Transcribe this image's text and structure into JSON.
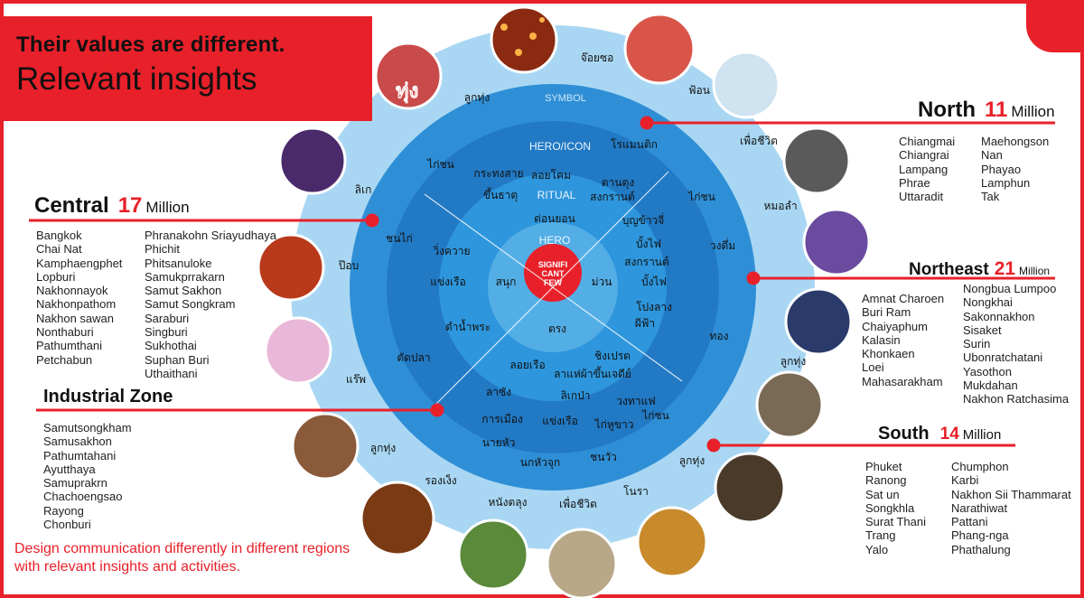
{
  "title": {
    "line1": "Their values are different.",
    "line2": "Relevant insights"
  },
  "colors": {
    "accent": "#e8202a",
    "ring_outer": "#9fd2f1",
    "ring_2": "#5fb3e6",
    "ring_3": "#2f8fd6",
    "ring_4": "#1e74bf",
    "ring_center": "#e8202a"
  },
  "circle": {
    "center_label": [
      "SIGNIFI",
      "CANT",
      "FEW"
    ],
    "ring_labels": [
      "SYMBOL",
      "HERO/ICON",
      "RITUAL",
      "HERO"
    ]
  },
  "inner_words": {
    "ring1": [
      "ต่อนยอน",
      "สนุก",
      "ม่วน",
      "ตรง"
    ],
    "ring2": [
      "ลอยโคม",
      "กระทงสาย",
      "ขึ้นธาตุ",
      "ตานตุง",
      "สงกรานต์",
      "บุญข้าวจี่",
      "บั้งไฟ",
      "สงกรานต์",
      "บั้งไฟ",
      "โปงลาง",
      "ผีฟ้า",
      "วิ่งควาย",
      "แข่งเรือ",
      "ดำน้ำพระ",
      "ลอยเรือ",
      "ชิงเปรต",
      "ลาแห่ผ้าขึ้นเจดีย์",
      "ลิเกป่า",
      "ลาซัง",
      "การเมือง",
      "แข่งเรือ",
      "นายหัว",
      "นกหัวจุก",
      "วงทาแฟ",
      "ไก่ชน",
      "ไก่หูขาว",
      "ชนวัว"
    ],
    "ring3": [
      "โรแมนติก",
      "ไก่ชน",
      "วงดึ่ม",
      "ทอง",
      "ไก่ชน",
      "ชนไก่",
      "ตัดปลา"
    ]
  },
  "outer_labels": [
    "ลูกทุ่ง",
    "จ๊อยซอ",
    "ฟ้อน",
    "เพื่อชีวิต",
    "หมอลำ",
    "ลูกทุ่ง",
    "ลูกทุ่ง",
    "โนรา",
    "เพื่อชีวิต",
    "หนังตลุง",
    "รองเง็ง",
    "ลูกทุ่ง",
    "แร๊พ",
    "ป๊อบ",
    "ลิเก"
  ],
  "photo_badge": "ทุ่ง",
  "regions": {
    "north": {
      "name": "North",
      "number": "11",
      "unit": "Million",
      "col1": [
        "Chiangmai",
        "Chiangrai",
        "Lampang",
        "Phrae",
        "Uttaradit"
      ],
      "col2": [
        "Maehongson",
        "Nan",
        "Phayao",
        "Lamphun",
        "Tak"
      ]
    },
    "central": {
      "name": "Central",
      "number": "17",
      "unit": "Million",
      "col1": [
        "Bangkok",
        "Chai Nat",
        "Kamphaengphet",
        "Lopburi",
        "Nakhonnayok",
        "Nakhonpathom",
        "Nakhon sawan",
        "Nonthaburi",
        "Pathumthani",
        "Petchabun"
      ],
      "col2": [
        "Phranakohn Sriayudhaya",
        "Phichit",
        "Phitsanuloke",
        "Samukprrakarn",
        "Samut Sakhon",
        "Samut Songkram",
        "Saraburi",
        "Singburi",
        "Sukhothai",
        "Suphan Buri",
        "Uthaithani"
      ]
    },
    "northeast": {
      "name": "Northeast",
      "number": "21",
      "unit": "Million",
      "col1": [
        "Amnat Charoen",
        "Buri Ram",
        "Chaiyaphum",
        "Kalasin",
        "Khonkaen",
        "Loei",
        "Mahasarakham"
      ],
      "col2": [
        "Nongbua Lumpoo",
        "Nongkhai",
        "Sakonnakhon",
        "Sisaket",
        "Surin",
        "Ubonratchatani",
        "Yasothon",
        "Mukdahan",
        "Nakhon Ratchasima"
      ]
    },
    "industrial": {
      "name": "Industrial Zone",
      "col1": [
        "Samutsongkham",
        "Samusakhon",
        "Pathumtahani",
        "Ayutthaya",
        "Samuprakrn",
        "Chachoengsao",
        "Rayong",
        "Chonburi"
      ]
    },
    "south": {
      "name": "South",
      "number": "14",
      "unit": "Million",
      "col1": [
        "Phuket",
        "Ranong",
        "Sat un",
        "Songkhla",
        "Surat Thani",
        "Trang",
        "Yalo"
      ],
      "col2": [
        "Chumphon",
        "Karbi",
        "Nakhon Sii Thammarat",
        "Narathiwat",
        "Pattani",
        "Phang-nga",
        "Phathalung"
      ]
    }
  },
  "footer": "Design communication differently in different regions with relevant insights and activities."
}
